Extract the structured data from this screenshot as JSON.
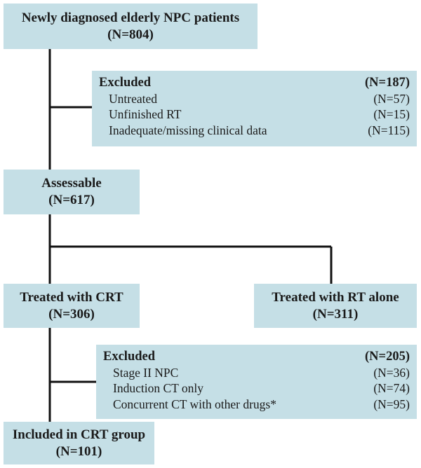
{
  "boxes": {
    "top": {
      "title": "Newly diagnosed elderly NPC patients",
      "count": "(N=804)"
    },
    "excluded1": {
      "title": "Excluded",
      "count": "(N=187)",
      "items": [
        {
          "label": "Untreated",
          "count": "(N=57)"
        },
        {
          "label": "Unfinished RT",
          "count": "(N=15)"
        },
        {
          "label": "Inadequate/missing clinical data",
          "count": "(N=115)"
        }
      ]
    },
    "assessable": {
      "title": "Assessable",
      "count": "(N=617)"
    },
    "crt": {
      "title": "Treated with CRT",
      "count": "(N=306)"
    },
    "rt": {
      "title": "Treated with RT alone",
      "count": "(N=311)"
    },
    "excluded2": {
      "title": "Excluded",
      "count": "(N=205)",
      "items": [
        {
          "label": "Stage II NPC",
          "count": "(N=36)"
        },
        {
          "label": "Induction CT only",
          "count": "(N=74)"
        },
        {
          "label": "Concurrent CT with other drugs*",
          "count": "(N=95)"
        }
      ]
    },
    "included": {
      "title": "Included in CRT group",
      "count": "(N=101)"
    }
  },
  "colors": {
    "box_fill": "#c5dfe6",
    "line": "#111111"
  }
}
